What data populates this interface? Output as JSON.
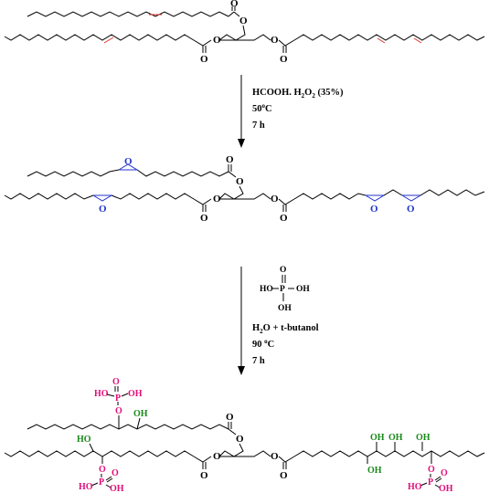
{
  "atoms": {
    "carbonyl_o": "O",
    "ester_o": "O",
    "epoxide_o": "O",
    "hydroxyl": "OH",
    "phosphorus": "P",
    "ho": "HO"
  },
  "step1": {
    "reagent_line1_main": "HCOOH. H",
    "reagent_line1_sub1": "2",
    "reagent_line1_mid": "O",
    "reagent_line1_sub2": "2",
    "reagent_line1_tail": " (35%)",
    "temp_main": "50",
    "temp_sup": "o",
    "temp_unit": "C",
    "time": "7 h"
  },
  "step2": {
    "reagent_struct_ho": "HO",
    "reagent_struct_p": "P",
    "reagent_struct_o": "O",
    "reagent_struct_oh_right": "OH",
    "reagent_struct_oh_bottom": "OH",
    "solvent_h": "H",
    "solvent_sub": "2",
    "solvent_tail": "O + t-butanol",
    "temp_main": "90 ",
    "temp_sup": "o",
    "temp_unit": "C",
    "time": "7 h"
  },
  "colors": {
    "double_bond": "#e0302a",
    "epoxide": "#2233cc",
    "phosphate": "#e0107a",
    "hydroxyl": "#1a8a1a"
  }
}
